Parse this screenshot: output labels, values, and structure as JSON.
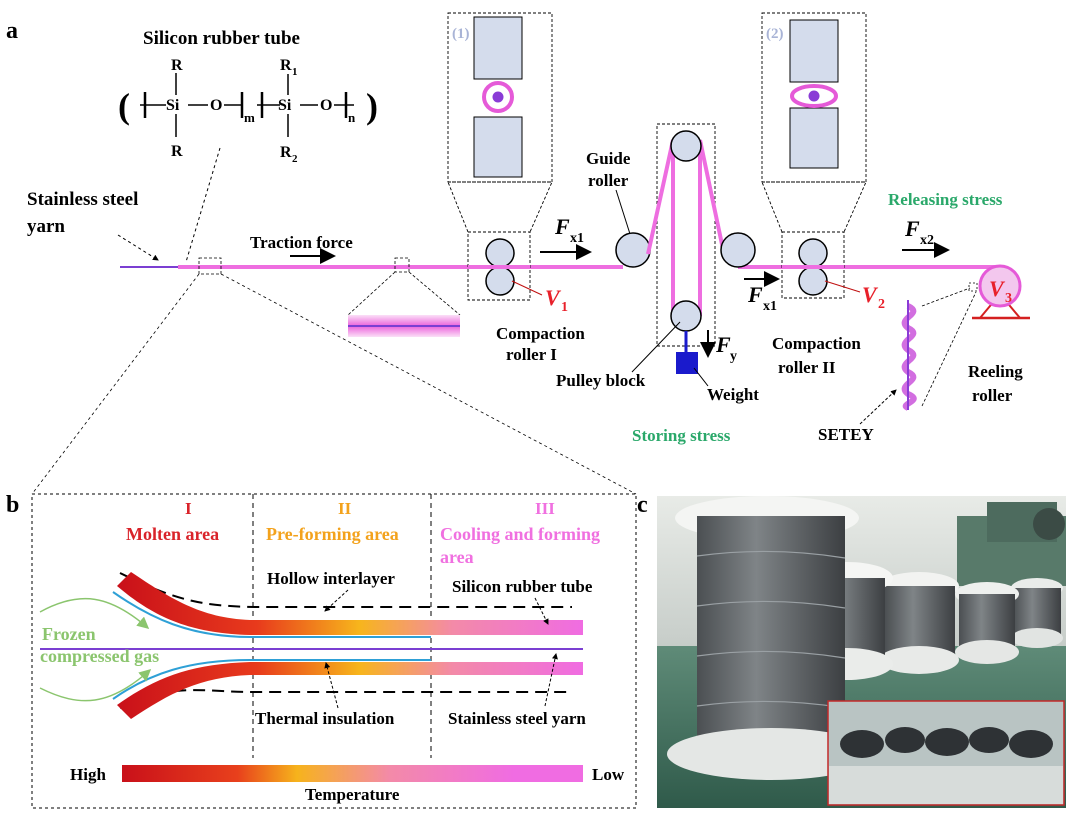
{
  "panels": {
    "a": "a",
    "b": "b",
    "c": "c"
  },
  "panel_a": {
    "silicon_title": "Silicon rubber tube",
    "formula": {
      "paren_open": "(",
      "paren_close": ")",
      "R": "R",
      "R_bottom": "R",
      "Si1": "Si",
      "O1": "O",
      "m": "m",
      "R1": "R",
      "R1_sub": "1",
      "Si2": "Si",
      "O2": "O",
      "n": "n",
      "R2": "R",
      "R2_sub": "2"
    },
    "stainless_yarn": [
      "Stainless steel",
      "yarn"
    ],
    "traction_force": "Traction force",
    "inset1": "(1)",
    "inset2": "(2)",
    "fx1_a": {
      "F": "F",
      "sub": "x1"
    },
    "fx1_b": {
      "F": "F",
      "sub": "x1"
    },
    "fx2": {
      "F": "F",
      "sub": "x2"
    },
    "fy": {
      "F": "F",
      "sub": "y"
    },
    "v1": {
      "V": "V",
      "sub": "1"
    },
    "v2": {
      "V": "V",
      "sub": "2"
    },
    "v3": {
      "V": "V",
      "sub": "3"
    },
    "guide_roller": [
      "Guide",
      "roller"
    ],
    "compaction_1": [
      "Compaction",
      "roller I"
    ],
    "compaction_2": [
      "Compaction",
      "roller II"
    ],
    "pulley_block": "Pulley block",
    "weight": "Weight",
    "storing_stress": "Storing stress",
    "releasing_stress": "Releasing stress",
    "setey": "SETEY",
    "reeling_roller": [
      "Reeling",
      "roller"
    ]
  },
  "panel_b": {
    "zone1": {
      "numeral": "I",
      "name": "Molten area"
    },
    "zone2": {
      "numeral": "II",
      "name": "Pre-forming area"
    },
    "zone3": {
      "numeral": "III",
      "name_line1": "Cooling and forming",
      "name_line2": "area"
    },
    "hollow_interlayer": "Hollow interlayer",
    "silicon_tube": "Silicon rubber tube",
    "frozen_gas": [
      "Frozen",
      "compressed gas"
    ],
    "thermal_insulation": "Thermal insulation",
    "stainless_yarn": "Stainless steel yarn",
    "temp_high": "High",
    "temp_low": "Low",
    "temperature": "Temperature"
  },
  "colors": {
    "fiber": "#ee6ee0",
    "yarn": "#7b3fd2",
    "green_text": "#2aa86a",
    "red_text": "#e8202a",
    "zone1": "#d9232a",
    "zone2": "#f3a21c",
    "zone3": "#f070e0",
    "roller_fill": "#d4dcec",
    "weight": "#1a1acc"
  }
}
